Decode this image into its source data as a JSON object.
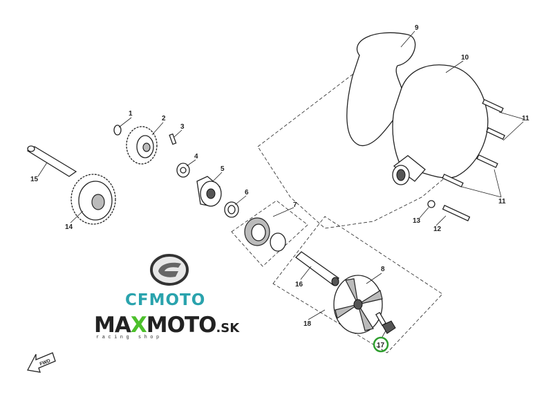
{
  "diagram": {
    "labels": {
      "p1": "1",
      "p2": "2",
      "p3": "3",
      "p4": "4",
      "p5": "5",
      "p6": "6",
      "p7": "7",
      "p8": "8",
      "p9": "9",
      "p10": "10",
      "p11a": "11",
      "p11b": "11",
      "p12": "12",
      "p13": "13",
      "p14": "14",
      "p15": "15",
      "p16": "16",
      "p17": "17",
      "p18": "18"
    },
    "highlight_color": "#2e9e2e",
    "fwd": "FWD"
  },
  "branding": {
    "cfmoto": "CFMOTO",
    "max_a": "MA",
    "max_x": "X",
    "max_b": "MOTO",
    "max_sk": ".SK",
    "tagline": "racing shop",
    "cf_color": "#2aa3ad",
    "x_color": "#4cc02b"
  }
}
